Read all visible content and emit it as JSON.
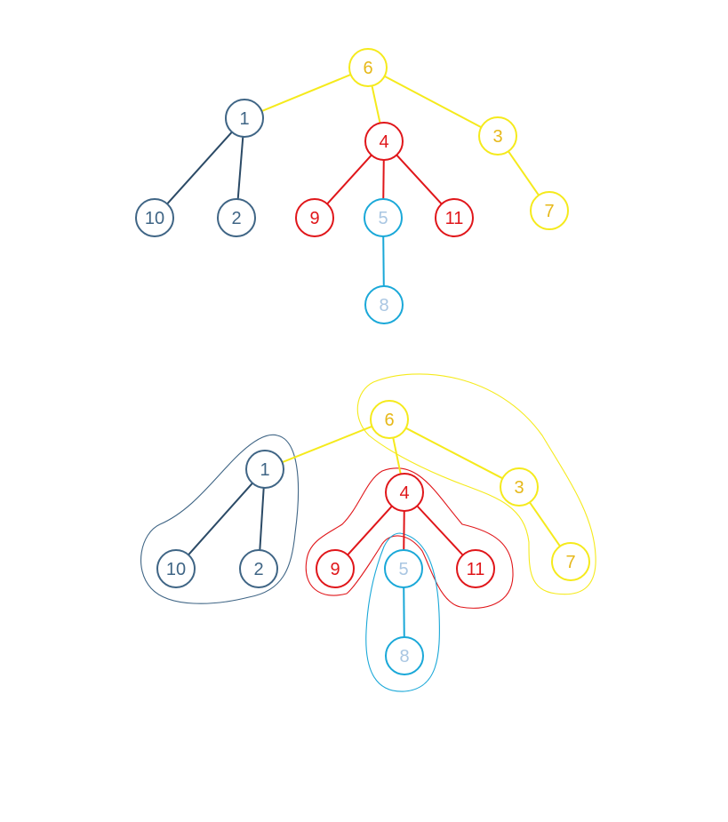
{
  "colors": {
    "yellow_stroke": "#f5ea1c",
    "yellow_text": "#e6b819",
    "red": "#e0161a",
    "blue": "#3f6585",
    "blue_edge": "#2b4a66",
    "cyan_stroke": "#1aa8d8",
    "cyan_text": "#a9c6e2"
  },
  "diagrams": [
    {
      "name": "tree",
      "nodes": [
        {
          "id": "6",
          "label": "6",
          "group": "yellow"
        },
        {
          "id": "1",
          "label": "1",
          "group": "blue"
        },
        {
          "id": "4",
          "label": "4",
          "group": "red"
        },
        {
          "id": "3",
          "label": "3",
          "group": "yellow"
        },
        {
          "id": "10",
          "label": "10",
          "group": "blue"
        },
        {
          "id": "2",
          "label": "2",
          "group": "blue"
        },
        {
          "id": "9",
          "label": "9",
          "group": "red"
        },
        {
          "id": "5",
          "label": "5",
          "group": "cyan"
        },
        {
          "id": "11",
          "label": "11",
          "group": "red"
        },
        {
          "id": "7",
          "label": "7",
          "group": "yellow"
        },
        {
          "id": "8",
          "label": "8",
          "group": "cyan"
        }
      ],
      "edges": [
        {
          "from": "6",
          "to": "1",
          "group": "yellow"
        },
        {
          "from": "6",
          "to": "4",
          "group": "yellow"
        },
        {
          "from": "6",
          "to": "3",
          "group": "yellow"
        },
        {
          "from": "1",
          "to": "10",
          "group": "blue"
        },
        {
          "from": "1",
          "to": "2",
          "group": "blue"
        },
        {
          "from": "4",
          "to": "9",
          "group": "red"
        },
        {
          "from": "4",
          "to": "5",
          "group": "red"
        },
        {
          "from": "4",
          "to": "11",
          "group": "red"
        },
        {
          "from": "3",
          "to": "7",
          "group": "yellow"
        },
        {
          "from": "5",
          "to": "8",
          "group": "cyan"
        }
      ]
    },
    {
      "name": "tree-with-groups",
      "nodes": [
        {
          "id": "6",
          "label": "6",
          "group": "yellow"
        },
        {
          "id": "1",
          "label": "1",
          "group": "blue"
        },
        {
          "id": "4",
          "label": "4",
          "group": "red"
        },
        {
          "id": "3",
          "label": "3",
          "group": "yellow"
        },
        {
          "id": "10",
          "label": "10",
          "group": "blue"
        },
        {
          "id": "2",
          "label": "2",
          "group": "blue"
        },
        {
          "id": "9",
          "label": "9",
          "group": "red"
        },
        {
          "id": "5",
          "label": "5",
          "group": "cyan"
        },
        {
          "id": "11",
          "label": "11",
          "group": "red"
        },
        {
          "id": "7",
          "label": "7",
          "group": "yellow"
        },
        {
          "id": "8",
          "label": "8",
          "group": "cyan"
        }
      ],
      "edges": [
        {
          "from": "6",
          "to": "1",
          "group": "yellow"
        },
        {
          "from": "6",
          "to": "4",
          "group": "yellow"
        },
        {
          "from": "6",
          "to": "3",
          "group": "yellow"
        },
        {
          "from": "1",
          "to": "10",
          "group": "blue"
        },
        {
          "from": "1",
          "to": "2",
          "group": "blue"
        },
        {
          "from": "4",
          "to": "9",
          "group": "red"
        },
        {
          "from": "4",
          "to": "5",
          "group": "red"
        },
        {
          "from": "4",
          "to": "11",
          "group": "red"
        },
        {
          "from": "3",
          "to": "7",
          "group": "yellow"
        },
        {
          "from": "5",
          "to": "8",
          "group": "cyan"
        }
      ],
      "outlines": [
        "blue",
        "yellow",
        "red",
        "cyan"
      ]
    }
  ]
}
